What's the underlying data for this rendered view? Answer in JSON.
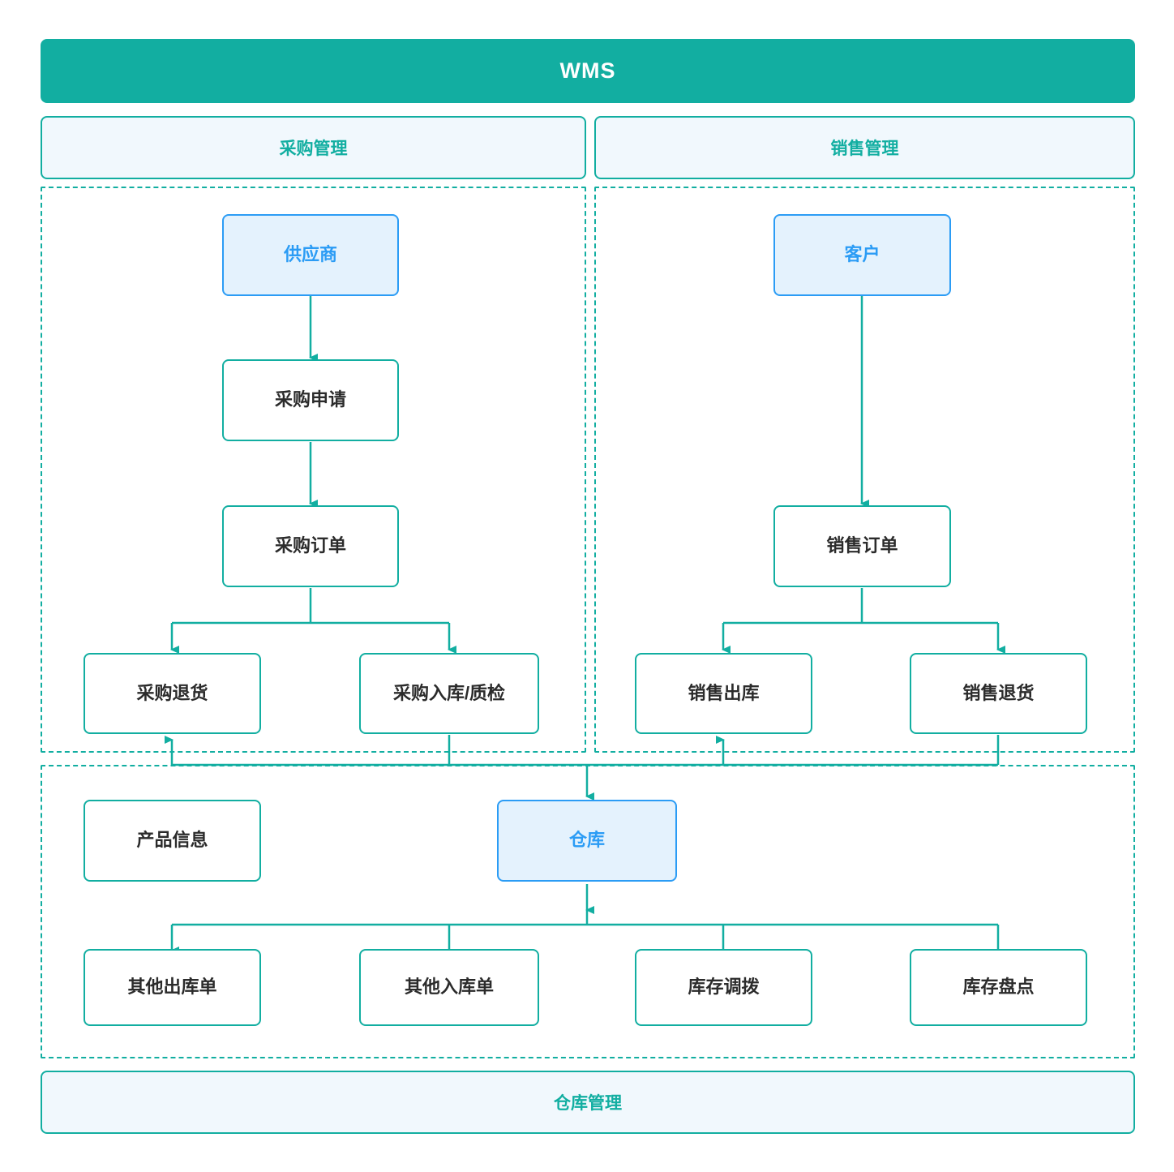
{
  "diagram": {
    "title": "WMS",
    "colors": {
      "brand_teal": "#12AEA1",
      "node_blue_border": "#2B9CF5",
      "node_blue_fill": "#E4F2FD",
      "pill_fill": "#F1F8FD",
      "node_text": "#2b2b2b",
      "banner_text": "#ffffff"
    },
    "sections": {
      "purchase": {
        "label": "采购管理"
      },
      "sales": {
        "label": "销售管理"
      },
      "warehouse": {
        "label": "仓库管理"
      }
    },
    "nodes": {
      "supplier": "供应商",
      "purchase_request": "采购申请",
      "purchase_order": "采购订单",
      "purchase_return": "采购退货",
      "purchase_inbound_qc": "采购入库/质检",
      "customer": "客户",
      "sales_order": "销售订单",
      "sales_outbound": "销售出库",
      "sales_return": "销售退货",
      "product_info": "产品信息",
      "warehouse": "仓库",
      "other_outbound": "其他出库单",
      "other_inbound": "其他入库单",
      "stock_transfer": "库存调拨",
      "stock_count": "库存盘点"
    },
    "edges": [
      {
        "from": "供应商",
        "to": "采购申请"
      },
      {
        "from": "采购申请",
        "to": "采购订单"
      },
      {
        "from": "采购订单",
        "to": "采购退货"
      },
      {
        "from": "采购订单",
        "to": "采购入库/质检"
      },
      {
        "from": "客户",
        "to": "销售订单"
      },
      {
        "from": "销售订单",
        "to": "销售出库"
      },
      {
        "from": "销售订单",
        "to": "销售退货"
      },
      {
        "from": "采购入库/质检",
        "to": "仓库"
      },
      {
        "from": "销售退货",
        "to": "仓库"
      },
      {
        "from": "仓库",
        "to": "采购退货"
      },
      {
        "from": "仓库",
        "to": "销售出库"
      },
      {
        "from": "仓库",
        "to": "其他出库单"
      },
      {
        "from": "其他入库单",
        "to": "仓库"
      },
      {
        "from": "库存调拨",
        "to": "仓库"
      },
      {
        "from": "库存盘点",
        "to": "仓库"
      }
    ]
  }
}
